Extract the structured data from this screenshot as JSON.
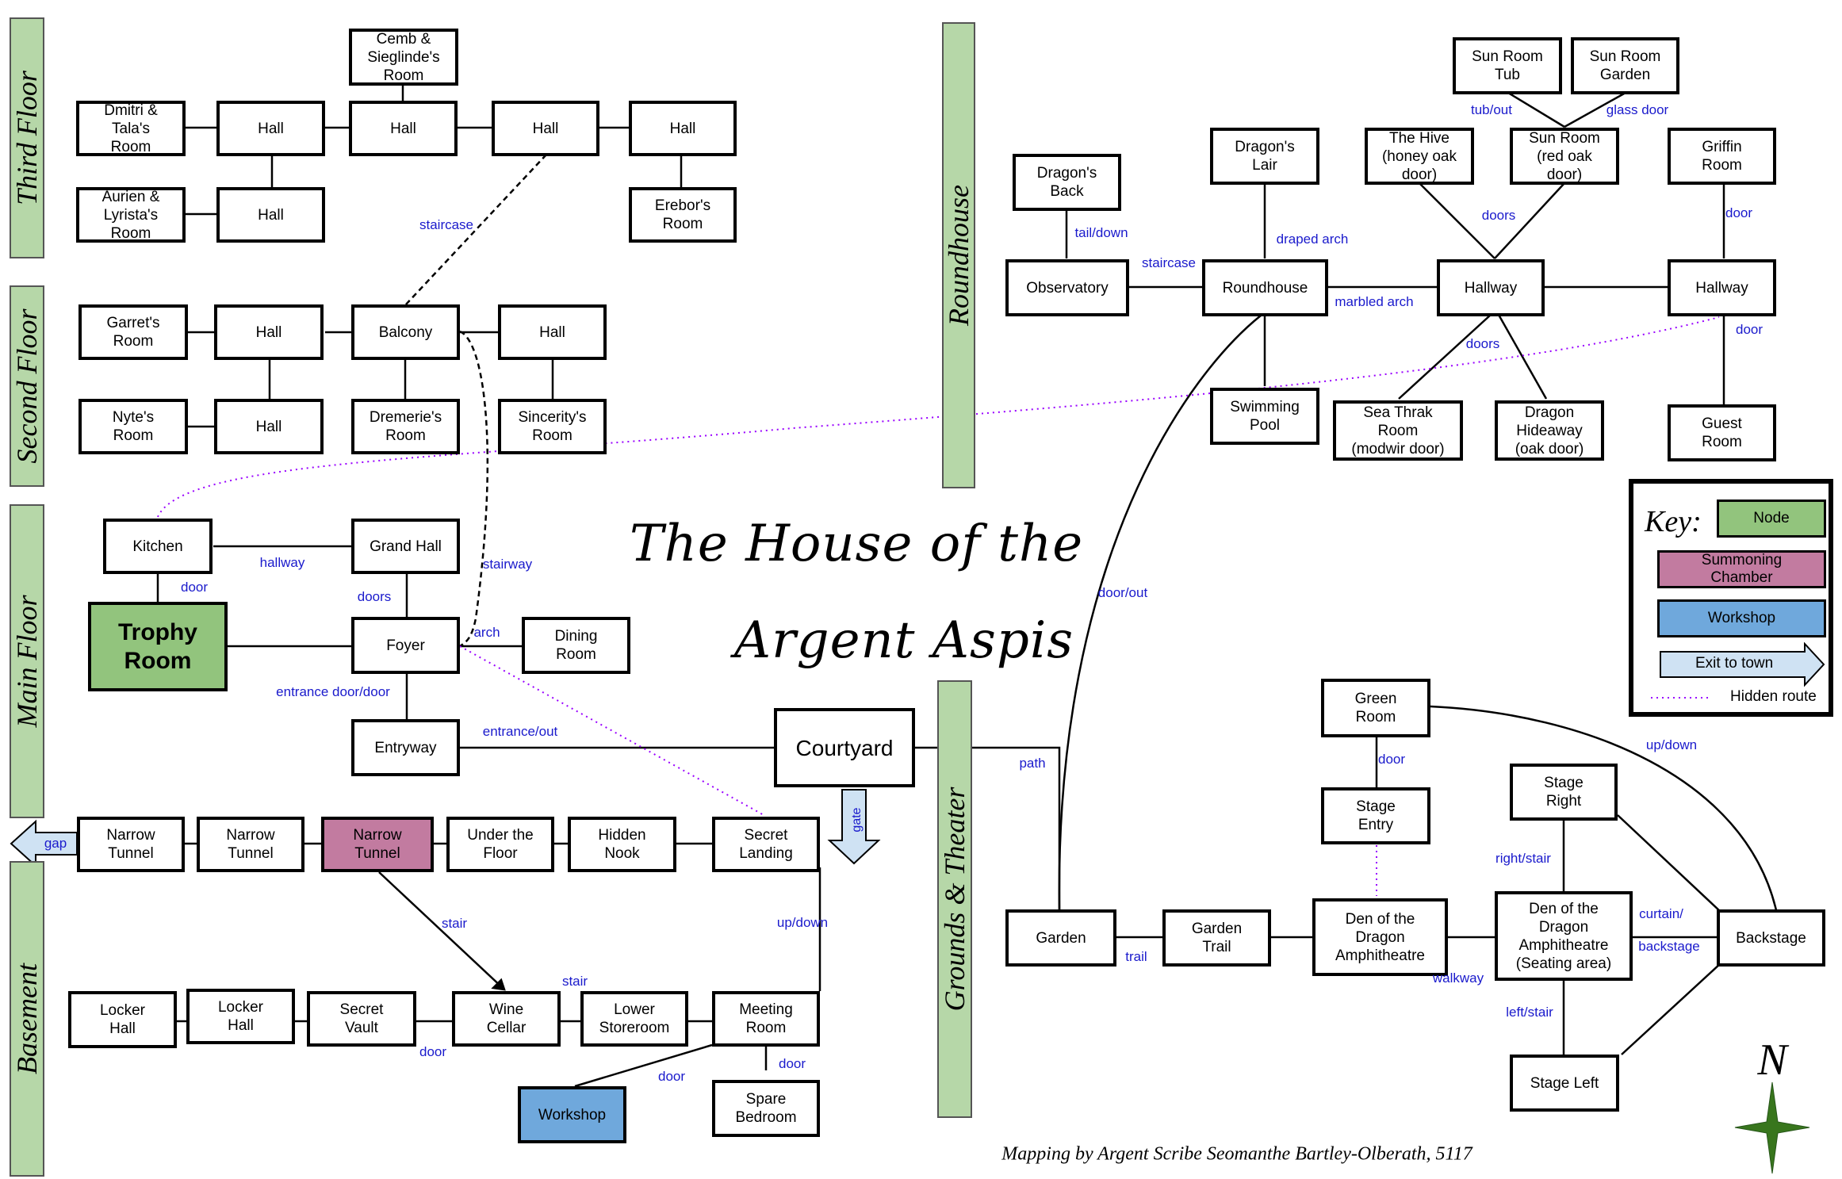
{
  "title": {
    "line1": "The House of the",
    "line2": "Argent Aspis"
  },
  "credit": "Mapping by Argent Scribe Seomanthe Bartley-Olberath, 5117",
  "floors": {
    "third": "Third Floor",
    "second": "Second Floor",
    "main": "Main Floor",
    "basement": "Basement",
    "roundhouse": "Roundhouse",
    "grounds": "Grounds & Theater"
  },
  "nodes": {
    "cemb_room": "Cemb &\nSieglinde's\nRoom",
    "dmitri_room": "Dmitri &\nTala's\nRoom",
    "hall_3a": "Hall",
    "hall_3b": "Hall",
    "hall_3c": "Hall",
    "hall_3d": "Hall",
    "aurien_room": "Aurien &\nLyrista's\nRoom",
    "hall_3e": "Hall",
    "erebor_room": "Erebor's\nRoom",
    "garret_room": "Garret's\nRoom",
    "hall_2a": "Hall",
    "balcony": "Balcony",
    "hall_2b": "Hall",
    "nyte_room": "Nyte's\nRoom",
    "hall_2c": "Hall",
    "dremerie_room": "Dremerie's\nRoom",
    "sincerity_room": "Sincerity's\nRoom",
    "kitchen": "Kitchen",
    "grand_hall": "Grand Hall",
    "trophy_room": "Trophy\nRoom",
    "foyer": "Foyer",
    "dining_room": "Dining\nRoom",
    "entryway": "Entryway",
    "courtyard": "Courtyard",
    "narrow_tunnel_1": "Narrow\nTunnel",
    "narrow_tunnel_2": "Narrow\nTunnel",
    "narrow_tunnel_3": "Narrow\nTunnel",
    "under_floor": "Under the\nFloor",
    "hidden_nook": "Hidden\nNook",
    "secret_landing": "Secret\nLanding",
    "locker_hall_1": "Locker\nHall",
    "locker_hall_2": "Locker\nHall",
    "secret_vault": "Secret\nVault",
    "wine_cellar": "Wine\nCellar",
    "lower_storeroom": "Lower\nStoreroom",
    "meeting_room": "Meeting\nRoom",
    "workshop": "Workshop",
    "spare_bedroom": "Spare\nBedroom",
    "sun_room_tub": "Sun Room\nTub",
    "sun_room_garden": "Sun Room\nGarden",
    "dragons_back": "Dragon's\nBack",
    "dragons_lair": "Dragon's\nLair",
    "the_hive": "The Hive\n(honey oak\ndoor)",
    "sun_room": "Sun Room\n(red oak\ndoor)",
    "griffin_room": "Griffin\nRoom",
    "observatory": "Observatory",
    "roundhouse": "Roundhouse",
    "hallway_1": "Hallway",
    "hallway_2": "Hallway",
    "swimming_pool": "Swimming\nPool",
    "sea_thrak_room": "Sea Thrak\nRoom\n(modwir door)",
    "dragon_hideaway": "Dragon\nHideaway\n(oak door)",
    "guest_room": "Guest\nRoom",
    "green_room": "Green\nRoom",
    "stage_entry": "Stage\nEntry",
    "stage_right": "Stage\nRight",
    "garden": "Garden",
    "garden_trail": "Garden\nTrail",
    "den_amphitheatre": "Den of the\nDragon\nAmphitheatre",
    "den_seating": "Den of the\nDragon\nAmphitheatre\n(Seating area)",
    "backstage": "Backstage",
    "stage_left": "Stage Left"
  },
  "edges": {
    "staircase_1": "staircase",
    "stairway": "stairway",
    "hallway": "hallway",
    "door_kitchen": "door",
    "doors_grand": "doors",
    "arch": "arch",
    "entrance_door": "entrance door/door",
    "entrance_out": "entrance/out",
    "gate": "gate",
    "gap": "gap",
    "stair_1": "stair",
    "stair_2": "stair",
    "door_vault": "door",
    "door_workshop": "door",
    "door_spare": "door",
    "up_down_1": "up/down",
    "tail_down": "tail/down",
    "staircase_2": "staircase",
    "draped_arch": "draped arch",
    "marbled_arch": "marbled arch",
    "doors_hive": "doors",
    "doors_sea": "doors",
    "tub_out": "tub/out",
    "glass_door": "glass door",
    "door_griffin": "door",
    "door_guest": "door",
    "door_out": "door/out",
    "path": "path",
    "trail": "trail",
    "door_green": "door",
    "walkway": "walkway",
    "right_stair": "right/stair",
    "left_stair": "left/stair",
    "curtain": "curtain/",
    "backstage_lbl": "backstage",
    "up_down_2": "up/down"
  },
  "key": {
    "title": "Key:",
    "node": "Node",
    "summoning": "Summoning\nChamber",
    "workshop": "Workshop",
    "exit": "Exit to town",
    "hidden": "Hidden route"
  },
  "compass_letter": "N",
  "colors": {
    "node_green": "#92c47d",
    "summoning_pink": "#c27ba0",
    "workshop_blue": "#6fa8dc",
    "band_green": "#b6d7a8",
    "label_blue": "#1a1acc",
    "hidden_purple": "#9900ff",
    "exit_blue": "#cfe2f3",
    "compass_green": "#38761d"
  }
}
